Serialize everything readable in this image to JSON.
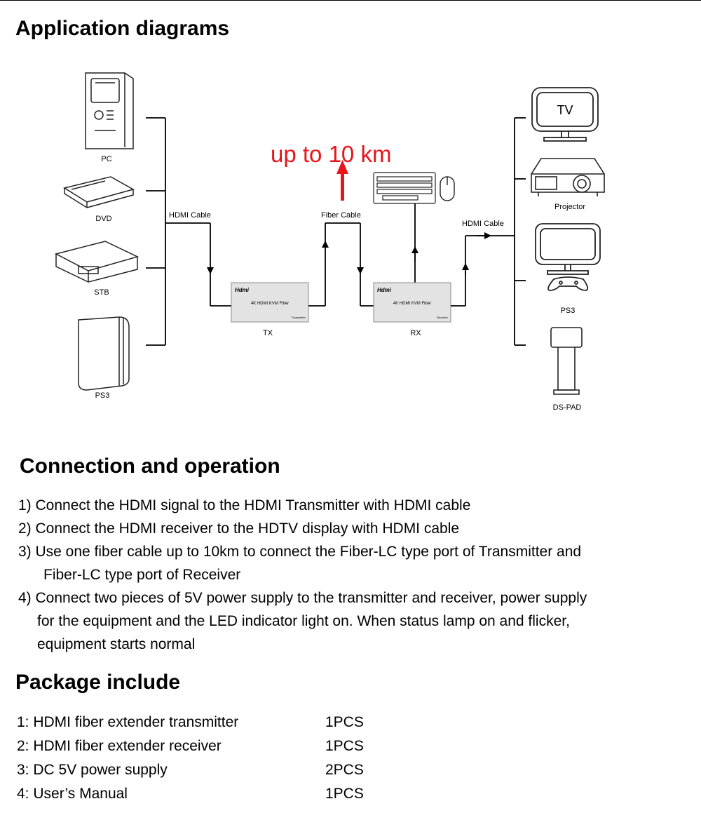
{
  "sections": {
    "app_title": "Application diagrams",
    "conn_title": "Connection and operation",
    "pkg_title": "Package include"
  },
  "diagram": {
    "sources": [
      "PC",
      "DVD",
      "STB",
      "PS3"
    ],
    "displays": [
      "TV",
      "Projector",
      "PS3",
      "DS-PAD"
    ],
    "tv_screen_text": "TV",
    "hdmi_cable_left": "HDMI Cable",
    "hdmi_cable_right": "HDMI Cable",
    "fiber_cable": "Fiber Cable",
    "distance": "up to 10 km",
    "tx": {
      "logo": "Hdmi",
      "model": "4K HDMI KVM Fiber",
      "type": "Transmitter",
      "label": "TX"
    },
    "rx": {
      "logo": "Hdmi",
      "model": "4K HDMI KVM Fiber",
      "type": "Receiver",
      "label": "RX"
    },
    "accent_color": "#e8141b"
  },
  "steps": [
    {
      "line1": "1) Connect the HDMI signal to the HDMI Transmitter with HDMI cable",
      "line2": "",
      "line3": ""
    },
    {
      "line1": "2) Connect the HDMI receiver to the HDTV display with HDMI cable",
      "line2": "",
      "line3": ""
    },
    {
      "line1": "3) Use one fiber cable up to 10km to connect the Fiber-LC type port of Transmitter and",
      "line2": "Fiber-LC type port of Receiver",
      "line3": ""
    },
    {
      "line1": "4) Connect two pieces of 5V power supply to the transmitter and receiver, power supply",
      "line2": "for the equipment and the LED indicator light on. When status lamp on and flicker,",
      "line3": "equipment starts normal"
    }
  ],
  "package": [
    {
      "name": "1: HDMI fiber extender transmitter",
      "qty": "1PCS"
    },
    {
      "name": "2: HDMI fiber extender receiver",
      "qty": "1PCS"
    },
    {
      "name": "3: DC 5V power supply",
      "qty": "2PCS"
    },
    {
      "name": "4: User’s Manual",
      "qty": "1PCS"
    }
  ]
}
